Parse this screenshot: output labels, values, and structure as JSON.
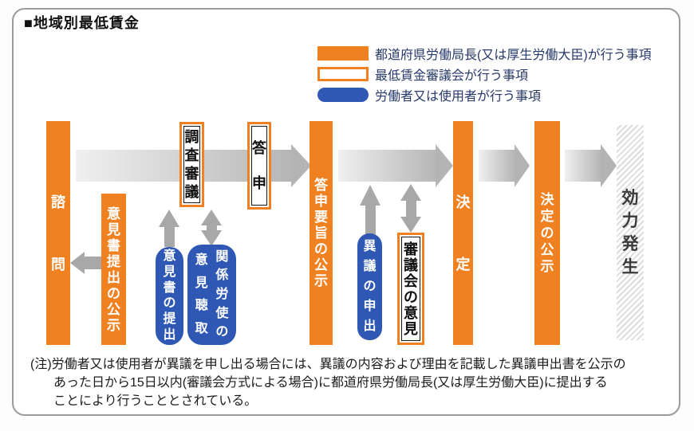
{
  "title": "■地域別最低賃金",
  "legend": {
    "items": [
      {
        "label": "都道府県労働局長(又は厚生労働大臣)が行う事項"
      },
      {
        "label": "最低賃金審議会が行う事項"
      },
      {
        "label": "労働者又は使用者が行う事項"
      }
    ]
  },
  "flow": {
    "bars": {
      "shimon": "諮問",
      "ikensho_teishutsu_koji": "意見書提出の公示",
      "toshin_yoshi_koji": "答申要旨の公示",
      "kettei": "決定",
      "kettei_no_koji": "決定の公示"
    },
    "council_boxes": {
      "chosa_shingi": "調査審議",
      "toshin": "答申",
      "shingikai_no_iken": "審議会の意見"
    },
    "pills": {
      "ikensho_no_teishutsu": "意見書の提出",
      "kankei_right": "関係労使の",
      "kankei_left": "意見聴取",
      "igi_no_moushide": "異議の申出"
    },
    "effect": "効力発生"
  },
  "note": {
    "lines": [
      "(注)労働者又は使用者が異議を申し出る場合には、異議の内容および理由を記載した異議申出書を公示の",
      "あった日から15日以内(審議会方式による場合)に都道府県労働局長(又は厚生労働大臣)に提出する",
      "ことにより行うこととされている。"
    ]
  },
  "colors": {
    "orange": "#f08120",
    "blue": "#2e58b4",
    "legend_text": "#27396b",
    "arrow_gray": "#a8a8a8"
  }
}
